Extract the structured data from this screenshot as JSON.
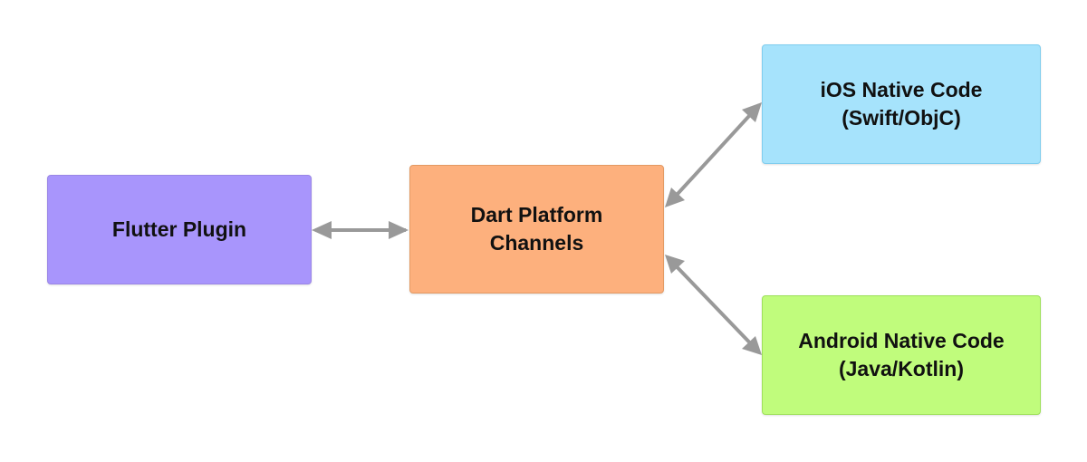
{
  "colors": {
    "flutter": "#a895fc",
    "dart": "#fdb07d",
    "ios": "#a6e3fc",
    "android": "#c0fc7c",
    "arrow": "#999999"
  },
  "nodes": {
    "flutter": {
      "line1": "Flutter Plugin"
    },
    "dart": {
      "line1": "Dart Platform",
      "line2": "Channels"
    },
    "ios": {
      "line1": "iOS Native Code",
      "line2": "(Swift/ObjC)"
    },
    "android": {
      "line1": "Android Native Code",
      "line2": "(Java/Kotlin)"
    }
  },
  "edges": [
    {
      "from": "flutter",
      "to": "dart",
      "direction": "bidirectional"
    },
    {
      "from": "dart",
      "to": "ios",
      "direction": "bidirectional"
    },
    {
      "from": "dart",
      "to": "android",
      "direction": "bidirectional"
    }
  ]
}
